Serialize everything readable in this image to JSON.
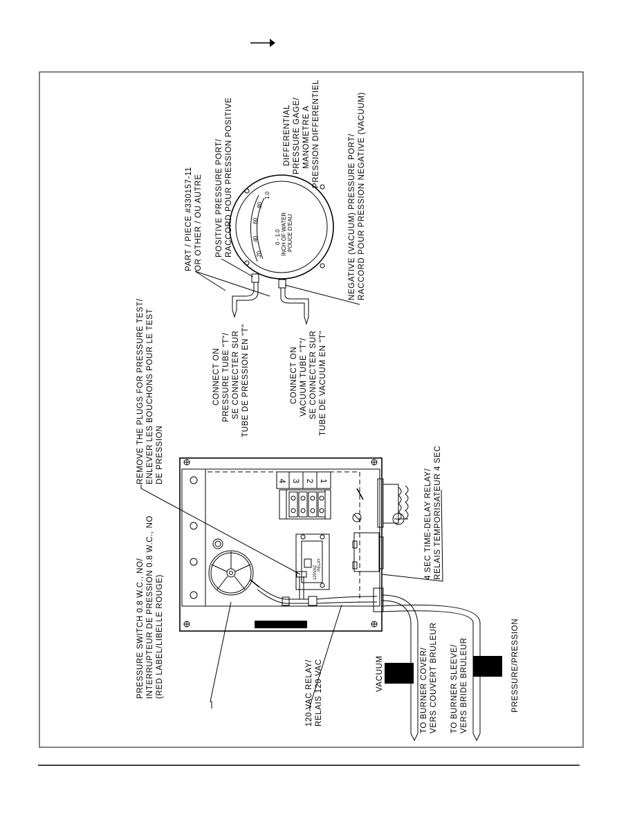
{
  "labels": {
    "pressure_switch": [
      "PRESSURE SWITCH 0.8 W.C., NO/",
      "INTERRUPTEUR DE PRESSION 0.8 W.C., NO",
      "(RED LABEL/LIBELLE ROUGE)"
    ],
    "relay_120": [
      "120 VAC RELAY/",
      "RELAIS 120 VAC"
    ],
    "vacuum": "VACUUM",
    "to_burner_cover": [
      "TO BURNER COVER/",
      "VERS COUVERT BRULEUR"
    ],
    "to_burner_sleeve": [
      "TO BURNER SLEEVE/",
      "VERS BRIDE BRULEUR"
    ],
    "pressure": "PRESSURE/PRESSION",
    "remove_plugs": [
      "REMOVE THE PLUGS FOR PRESSURE TEST/",
      "ENLEVER LES BOUCHONS POUR LE TEST",
      "DE PRESSION"
    ],
    "time_delay_relay": [
      "4 SEC TIME-DELAY RELAY/",
      "RELAIS TEMPORISATEUR 4 SEC"
    ],
    "connect_pressure": [
      "CONNECT ON",
      "PRESSURE TUBE \"T\"/",
      "SE CONNECTER SUR",
      "TUBE DE PRESSION EN \"T\""
    ],
    "connect_vacuum": [
      "CONNECT ON",
      "VACUUM TUBE \"T\"/",
      "SE CONNECTER SUR",
      "TUBE DE VACUUM EN \"T\""
    ],
    "part": [
      "PART / PIECE #330157-11",
      "OR OTHER / OU AUTRE"
    ],
    "positive_port": [
      "POSITIVE PRESSURE PORT/",
      "RACCORD POUR PRESSION POSITIVE"
    ],
    "negative_port": [
      "NEGATIVE (VACUUM) PRESSURE PORT/",
      "RACCORD POUR PRESSION NEGATIVE (VACUUM)"
    ],
    "differential_gage": [
      "DIFFERENTIAL",
      "PRESSURE GAGE/",
      "MANOMETRE A",
      "PRESSION DIFFERENTIEL"
    ]
  },
  "gauge": {
    "range": "0 - 1.0",
    "unit": "INCH OF WATER",
    "unit_fr": "POUCE D'EAU",
    "ticks": [
      ".20",
      ".40",
      ".60",
      ".80",
      "1.0"
    ]
  },
  "terminals": [
    "4",
    "3",
    "2",
    "1"
  ],
  "relay_text": [
    "120VAC",
    "RELAY"
  ]
}
